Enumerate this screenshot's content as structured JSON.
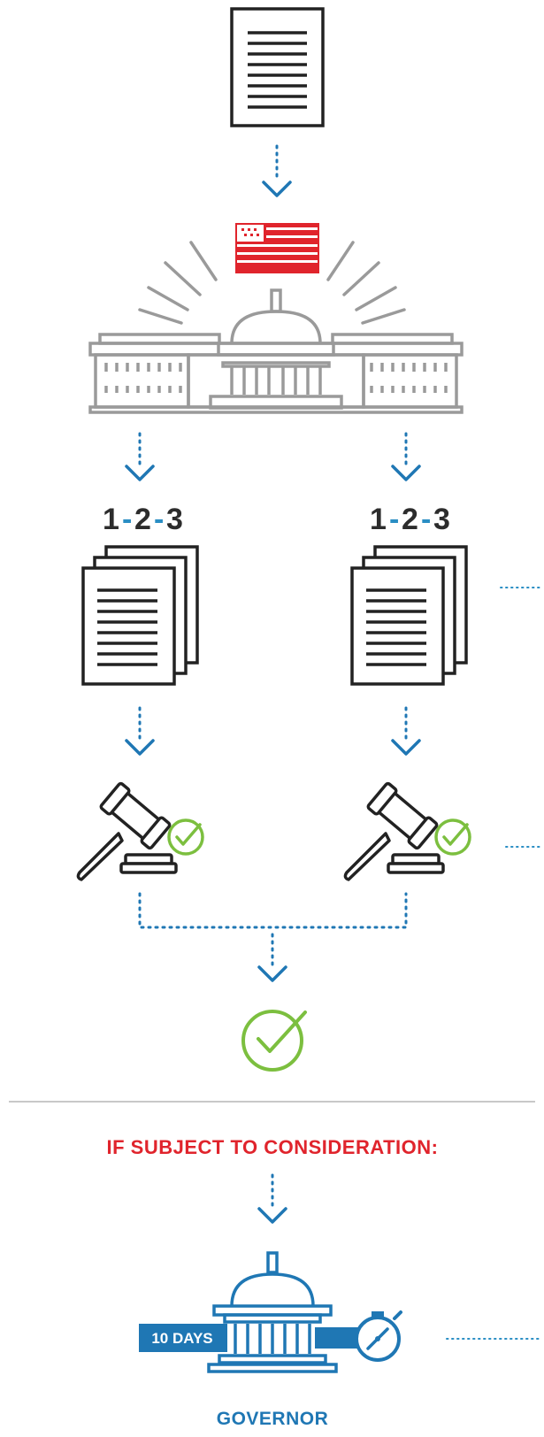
{
  "steps": {
    "left_count": {
      "first": "1",
      "sep1": "-",
      "second": "2",
      "sep2": "-",
      "third": "3"
    },
    "right_count": {
      "first": "1",
      "sep1": "-",
      "second": "2",
      "sep2": "-",
      "third": "3"
    }
  },
  "condition_label": "IF SUBJECT TO CONSIDERATION:",
  "governor": {
    "days_label": "10 DAYS",
    "label": "GOVERNOR"
  },
  "colors": {
    "arrow_blue": "#1f77b4",
    "check_green": "#7cbf3f",
    "flag_red": "#e0242c",
    "capitol_gray": "#9a9a9a",
    "ink": "#2c2c2c",
    "governor_blue": "#1f77b4"
  },
  "icons": [
    "document-icon",
    "flag-icon",
    "capitol-icon",
    "document-stack-icon",
    "gavel-icon",
    "check-circle-icon",
    "governor-capitol-icon",
    "stopwatch-icon"
  ]
}
